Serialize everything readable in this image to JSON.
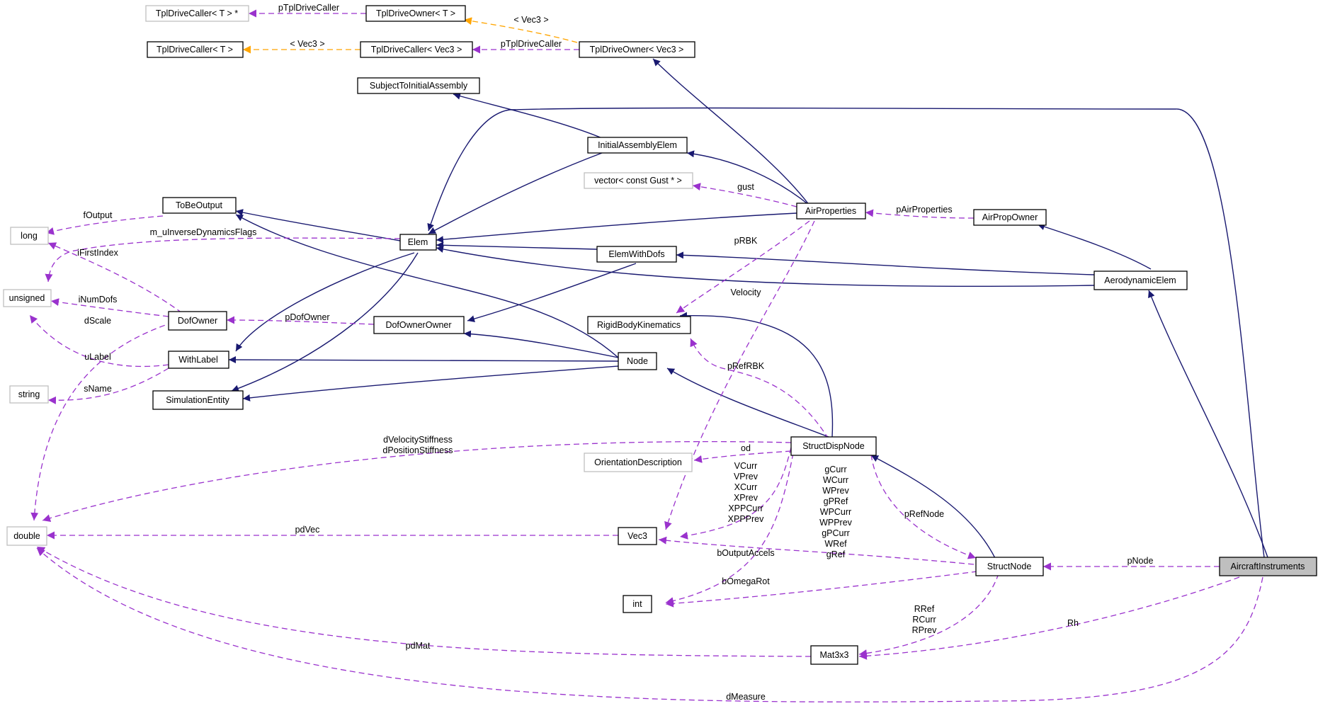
{
  "nodes": {
    "tdc_ptr": "TplDriveCaller< T > *",
    "tdo_t": "TplDriveOwner< T >",
    "tdc_t": "TplDriveCaller< T >",
    "tdc_vec3": "TplDriveCaller< Vec3 >",
    "tdo_vec3": "TplDriveOwner< Vec3 >",
    "sub_init": "SubjectToInitialAssembly",
    "init_elem": "InitialAssemblyElem",
    "vec_gust": "vector< const Gust * >",
    "tobeoutput": "ToBeOutput",
    "long": "long",
    "elem": "Elem",
    "airprops": "AirProperties",
    "airpropowner": "AirPropOwner",
    "elemwithdofs": "ElemWithDofs",
    "aeroelem": "AerodynamicElem",
    "unsigned": "unsigned",
    "dofowner": "DofOwner",
    "dofownerowner": "DofOwnerOwner",
    "rbk": "RigidBodyKinematics",
    "withlabel": "WithLabel",
    "node": "Node",
    "string": "string",
    "simentity": "SimulationEntity",
    "structdisp": "StructDispNode",
    "orient": "OrientationDescription",
    "double": "double",
    "vec3": "Vec3",
    "structnode": "StructNode",
    "aircraft": "AircraftInstruments",
    "int": "int",
    "mat3x3": "Mat3x3"
  },
  "edge_labels": {
    "pTplDriveCaller_top": "pTplDriveCaller",
    "vec3_tmpl_top": "< Vec3 >",
    "vec3_tmpl_mid": "< Vec3 >",
    "pTplDriveCaller_mid": "pTplDriveCaller",
    "gust": "gust",
    "fOutput": "fOutput",
    "m_uInverseDynamicsFlags": "m_uInverseDynamicsFlags",
    "pAirProperties": "pAirProperties",
    "iFirstIndex": "iFirstIndex",
    "pRBK": "pRBK",
    "iNumDofs": "iNumDofs",
    "dScale": "dScale",
    "velocity": "Velocity",
    "pDofOwner": "pDofOwner",
    "uLabel": "uLabel",
    "pRefRBK": "pRefRBK",
    "sName": "sName",
    "dVelocityStiffness": "dVelocityStiffness",
    "dPositionStiffness": "dPositionStiffness",
    "od": "od",
    "vcurr_list": [
      "VCurr",
      "VPrev",
      "XCurr",
      "XPrev",
      "XPPCurr",
      "XPPPrev"
    ],
    "gcurr_list": [
      "gCurr",
      "WCurr",
      "WPrev",
      "gPRef",
      "WPCurr",
      "WPPrev",
      "gPCurr",
      "WRef",
      "gRef"
    ],
    "pRefNode": "pRefNode",
    "pdVec": "pdVec",
    "bOutputAccels": "bOutputAccels",
    "pNode": "pNode",
    "bOmegaRot": "bOmegaRot",
    "rref_list": [
      "RRef",
      "RCurr",
      "RPrev"
    ],
    "rh": "Rh",
    "pdMat": "pdMat",
    "dMeasure": "dMeasure"
  },
  "colors": {
    "inheritance": "#191970",
    "usage": "#9a32cd",
    "template": "#ffa500",
    "external_border": "#bfbfbf",
    "highlight_fill": "#bfbfbf"
  }
}
